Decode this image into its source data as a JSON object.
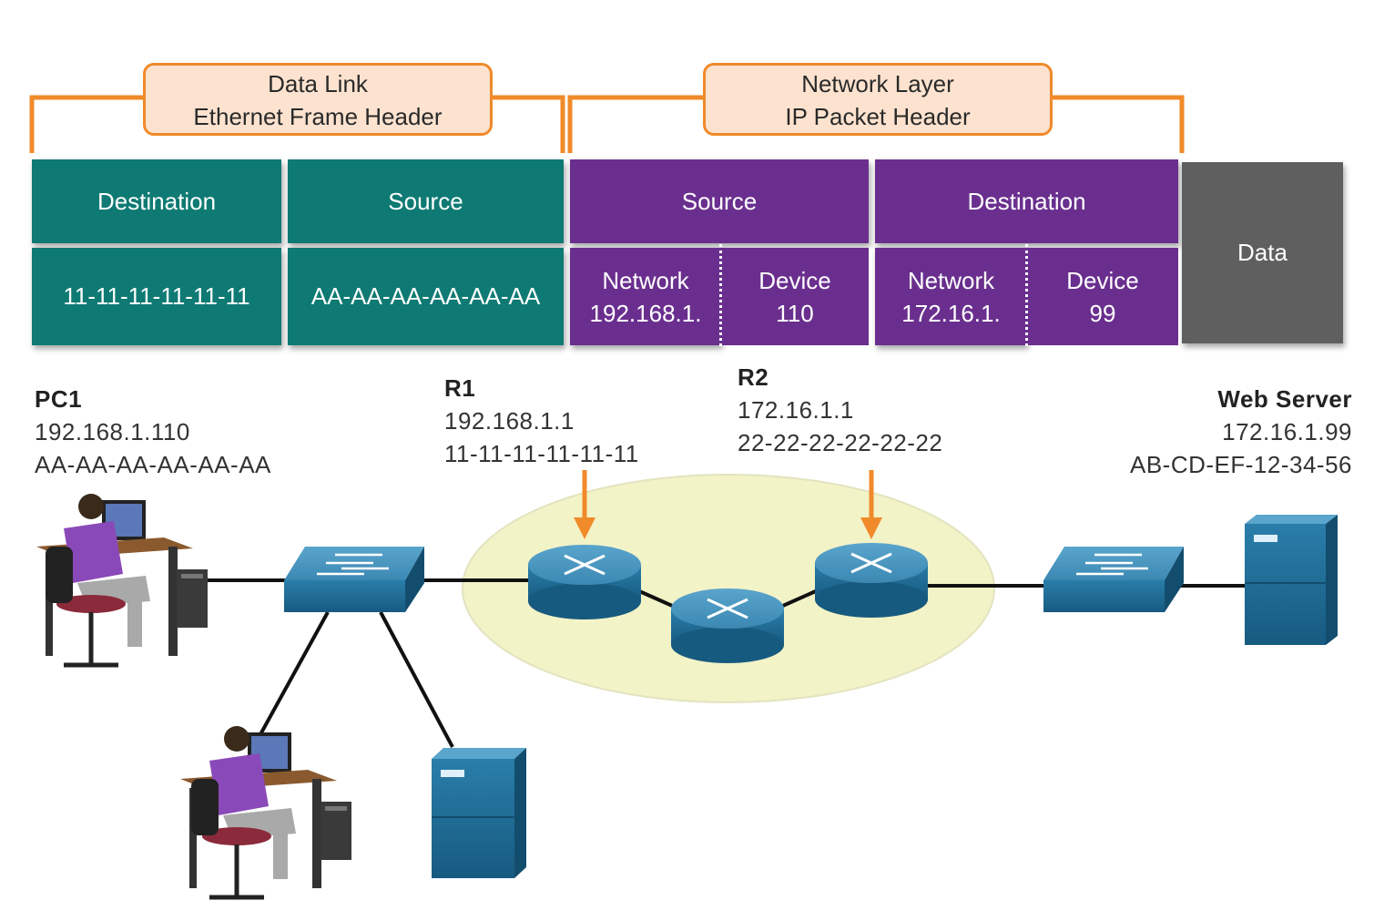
{
  "headers": {
    "data_link": {
      "line1": "Data Link",
      "line2": "Ethernet Frame Header"
    },
    "network_layer": {
      "line1": "Network Layer",
      "line2": "IP Packet Header"
    }
  },
  "frame": {
    "eth_destination": {
      "label": "Destination",
      "value": "11-11-11-11-11-11"
    },
    "eth_source": {
      "label": "Source",
      "value": "AA-AA-AA-AA-AA-AA"
    },
    "ip_source": {
      "label": "Source",
      "network_label": "Network",
      "network_value": "192.168.1.",
      "device_label": "Device",
      "device_value": "110"
    },
    "ip_destination": {
      "label": "Destination",
      "network_label": "Network",
      "network_value": "172.16.1.",
      "device_label": "Device",
      "device_value": "99"
    },
    "data": {
      "label": "Data"
    }
  },
  "devices": {
    "pc1": {
      "name": "PC1",
      "ip": "192.168.1.110",
      "mac": "AA-AA-AA-AA-AA-AA"
    },
    "r1": {
      "name": "R1",
      "ip": "192.168.1.1",
      "mac": "11-11-11-11-11-11"
    },
    "r2": {
      "name": "R2",
      "ip": "172.16.1.1",
      "mac": "22-22-22-22-22-22"
    },
    "web_server": {
      "name": "Web Server",
      "ip": "172.16.1.99",
      "mac": "AB-CD-EF-12-34-56"
    }
  },
  "icons": {
    "workstation": "person-at-computer-icon",
    "switch": "switch-icon",
    "router": "router-icon",
    "server": "server-icon"
  },
  "colors": {
    "ethernet": "#0e7a73",
    "ip": "#6a2f8e",
    "data": "#5f5f5f",
    "bracket": "#f08a2a",
    "bracket_fill": "#fde3cf",
    "network_cloud": "#f3f3c8",
    "device_blue": "#1f6d98"
  }
}
